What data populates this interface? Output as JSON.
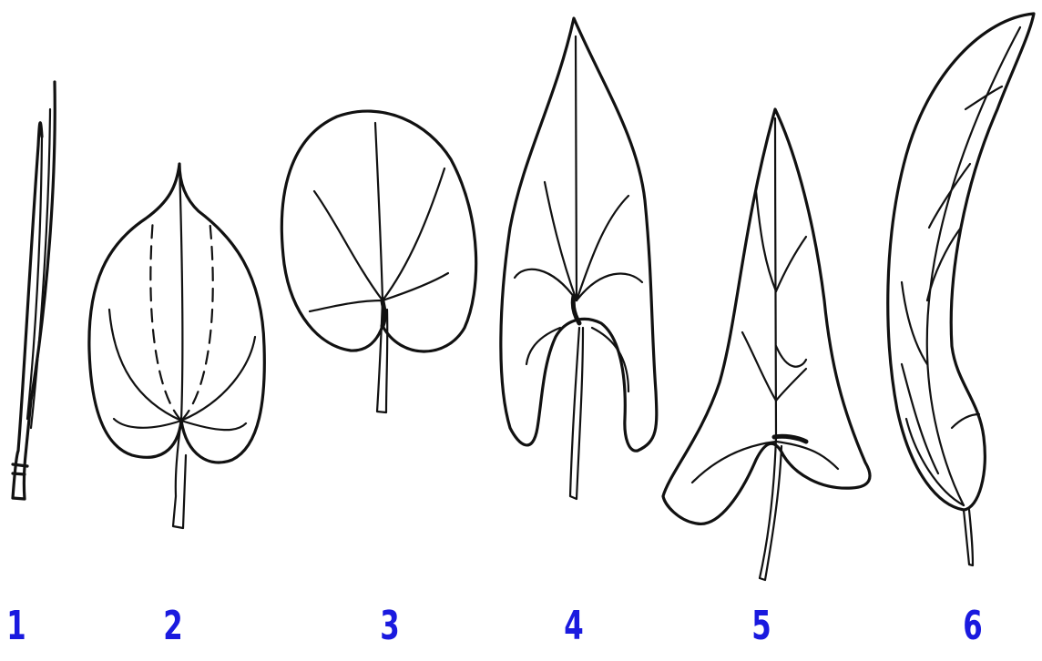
{
  "label_color": "#1a1adf",
  "line_color": "#111111",
  "leaves": [
    {
      "label": "1",
      "shape": "linear leaf"
    },
    {
      "label": "2",
      "shape": "cordate leaf"
    },
    {
      "label": "3",
      "shape": "reniform leaf"
    },
    {
      "label": "4",
      "shape": "sagittate leaf"
    },
    {
      "label": "5",
      "shape": "hastate leaf"
    },
    {
      "label": "6",
      "shape": "falcate leaf"
    }
  ]
}
